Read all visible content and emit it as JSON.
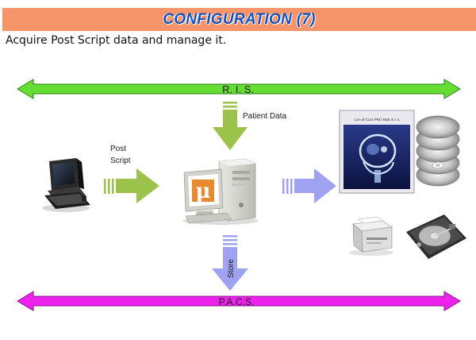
{
  "header": {
    "title": "CONFIGURATION (7)",
    "subtitle": "Acquire Post Script data and manage it."
  },
  "diagram": {
    "ris_label": "R. I. S.",
    "pacs_label": "P.A.C.S.",
    "patient_data_label": "Patient Data",
    "post_label": "Post",
    "script_label": "Script",
    "store_label": "Store",
    "monitor_logo": "μ",
    "film_caption": "Con di Cura PRO B&E & c-1"
  },
  "colors": {
    "title_bar": "#f6946a",
    "title_text": "#1b4fb8",
    "ris_arrow": "#66dd33",
    "pacs_arrow": "#ee22ee",
    "green_arrow": "#9dc24b",
    "blue_arrow": "#9ea2f0"
  },
  "icons": {
    "workstation": "computer-workstation-icon",
    "server": "server-computer-icon",
    "xray": "xray-film-icon",
    "discs": "cd-stack-icon",
    "printer": "printer-icon",
    "harddisk": "hard-disk-icon"
  }
}
